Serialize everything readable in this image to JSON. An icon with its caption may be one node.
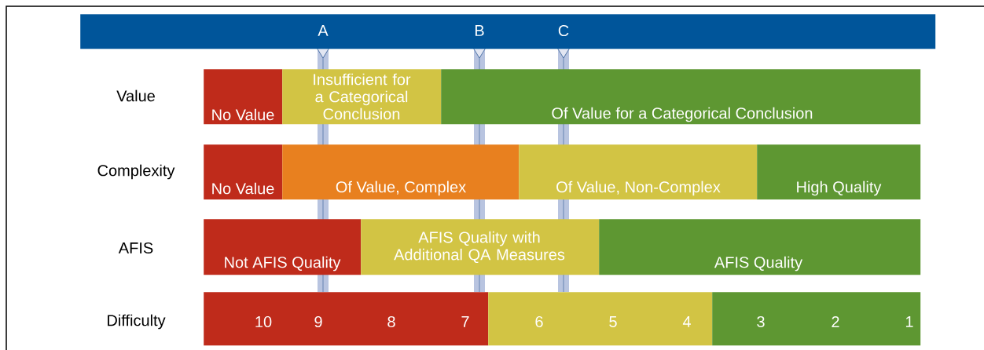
{
  "diagram": {
    "nodes": [
      {
        "text": [],
        "shape": "bar"
      },
      {
        "text": [
          "No Value"
        ]
      },
      {
        "text": [
          "Insufficient for a Categorical Conclusion"
        ]
      },
      {
        "text": [
          "Of Value for a Categorical Conclusion"
        ]
      },
      {
        "text": [
          "No Value"
        ]
      },
      {
        "text": [
          "Of Value, Complex"
        ]
      },
      {
        "text": [
          "Of Value, Non-Complex"
        ]
      },
      {
        "text": [
          "High Quality"
        ]
      },
      {
        "text": [
          "Not AFIS Quality"
        ]
      },
      {
        "text": [
          "AFIS Quality with Additional QA Measures"
        ]
      },
      {
        "text": [
          "AFIS Quality"
        ]
      },
      {
        "text": [
          "10",
          "9",
          "8",
          "7"
        ]
      },
      {
        "text": [
          "6",
          "5",
          "4"
        ]
      },
      {
        "text": [
          "3",
          "2",
          "1"
        ]
      }
    ],
    "labels": [
      "A",
      "B",
      "C",
      "Value",
      "Complexity",
      "AFIS",
      "Difficulty"
    ]
  }
}
